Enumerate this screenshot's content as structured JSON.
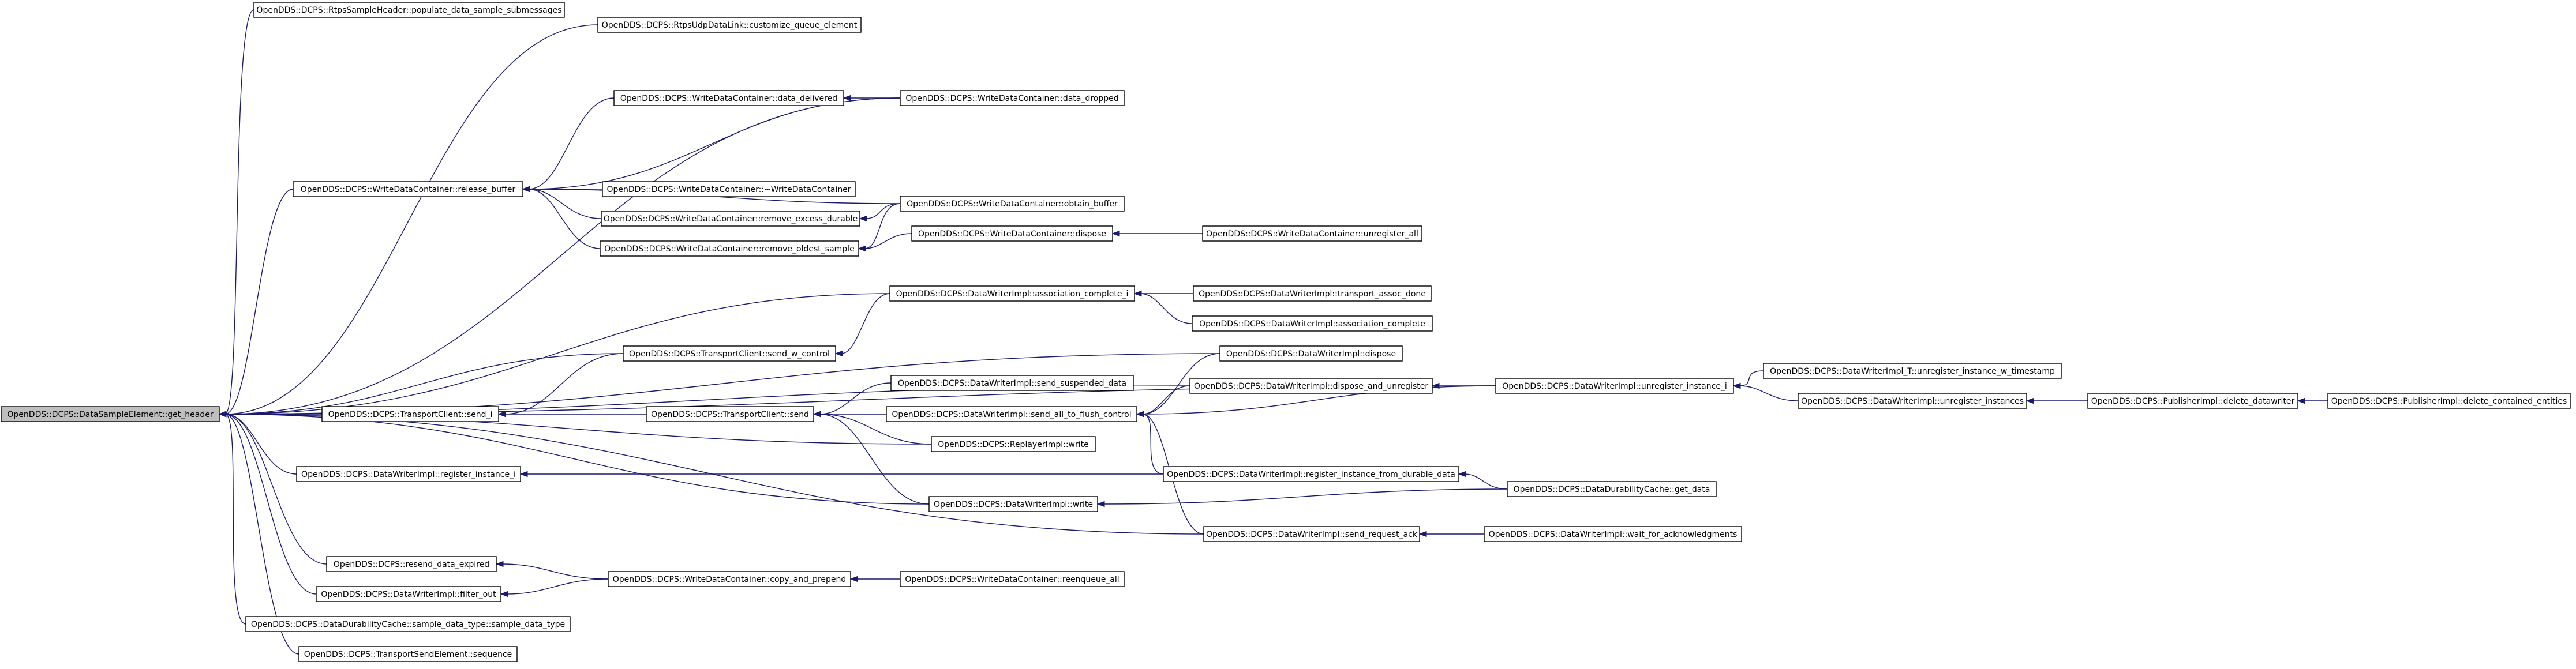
{
  "graph": {
    "colors": {
      "edge": "#191970",
      "node_border": "#000000",
      "node_fill": "#ffffff",
      "root_fill": "#bfbfbf"
    },
    "root": "n0",
    "nodes": {
      "n0": {
        "label": "OpenDDS::DCPS::DataSampleElement::get_header"
      },
      "n1": {
        "label": "OpenDDS::DCPS::RtpsSampleHeader::populate_data_sample_submessages"
      },
      "n2": {
        "label": "OpenDDS::DCPS::RtpsUdpDataLink::customize_queue_element"
      },
      "n3": {
        "label": "OpenDDS::DCPS::WriteDataContainer::data_delivered"
      },
      "n4": {
        "label": "OpenDDS::DCPS::WriteDataContainer::data_dropped"
      },
      "n5": {
        "label": "OpenDDS::DCPS::WriteDataContainer::release_buffer"
      },
      "n6": {
        "label": "OpenDDS::DCPS::WriteDataContainer::~WriteDataContainer"
      },
      "n7": {
        "label": "OpenDDS::DCPS::WriteDataContainer::obtain_buffer"
      },
      "n8": {
        "label": "OpenDDS::DCPS::WriteDataContainer::remove_excess_durable"
      },
      "n9": {
        "label": "OpenDDS::DCPS::WriteDataContainer::dispose"
      },
      "n10": {
        "label": "OpenDDS::DCPS::WriteDataContainer::unregister_all"
      },
      "n11": {
        "label": "OpenDDS::DCPS::WriteDataContainer::remove_oldest_sample"
      },
      "n12": {
        "label": "OpenDDS::DCPS::DataWriterImpl::association_complete_i"
      },
      "n13": {
        "label": "OpenDDS::DCPS::DataWriterImpl::transport_assoc_done"
      },
      "n14": {
        "label": "OpenDDS::DCPS::DataWriterImpl::association_complete"
      },
      "n15": {
        "label": "OpenDDS::DCPS::TransportClient::send_w_control"
      },
      "n16": {
        "label": "OpenDDS::DCPS::DataWriterImpl::dispose"
      },
      "n17": {
        "label": "OpenDDS::DCPS::DataWriterImpl_T::unregister_instance_w_timestamp"
      },
      "n18": {
        "label": "OpenDDS::DCPS::DataWriterImpl::send_suspended_data"
      },
      "n19": {
        "label": "OpenDDS::DCPS::DataWriterImpl::dispose_and_unregister"
      },
      "n20": {
        "label": "OpenDDS::DCPS::DataWriterImpl::unregister_instance_i"
      },
      "n21": {
        "label": "OpenDDS::DCPS::TransportClient::send_i"
      },
      "n22": {
        "label": "OpenDDS::DCPS::TransportClient::send"
      },
      "n23": {
        "label": "OpenDDS::DCPS::DataWriterImpl::send_all_to_flush_control"
      },
      "n24": {
        "label": "OpenDDS::DCPS::DataWriterImpl::unregister_instances"
      },
      "n25": {
        "label": "OpenDDS::DCPS::PublisherImpl::delete_datawriter"
      },
      "n26": {
        "label": "OpenDDS::DCPS::PublisherImpl::delete_contained_entities"
      },
      "n27": {
        "label": "OpenDDS::DCPS::ReplayerImpl::write"
      },
      "n28": {
        "label": "OpenDDS::DCPS::DataWriterImpl::register_instance_i"
      },
      "n29": {
        "label": "OpenDDS::DCPS::DataWriterImpl::register_instance_from_durable_data"
      },
      "n30": {
        "label": "OpenDDS::DCPS::DataDurabilityCache::get_data"
      },
      "n31": {
        "label": "OpenDDS::DCPS::DataWriterImpl::write"
      },
      "n32": {
        "label": "OpenDDS::DCPS::DataWriterImpl::send_request_ack"
      },
      "n33": {
        "label": "OpenDDS::DCPS::DataWriterImpl::wait_for_acknowledgments"
      },
      "n34": {
        "label": "OpenDDS::DCPS::resend_data_expired"
      },
      "n35": {
        "label": "OpenDDS::DCPS::WriteDataContainer::copy_and_prepend"
      },
      "n36": {
        "label": "OpenDDS::DCPS::WriteDataContainer::reenqueue_all"
      },
      "n37": {
        "label": "OpenDDS::DCPS::DataWriterImpl::filter_out"
      },
      "n38": {
        "label": "OpenDDS::DCPS::DataDurabilityCache::sample_data_type::sample_data_type"
      },
      "n39": {
        "label": "OpenDDS::DCPS::TransportSendElement::sequence"
      }
    },
    "edges": [
      {
        "from": "n1",
        "to": "n0"
      },
      {
        "from": "n2",
        "to": "n0"
      },
      {
        "from": "n4",
        "to": "n0"
      },
      {
        "from": "n5",
        "to": "n0"
      },
      {
        "from": "n12",
        "to": "n0"
      },
      {
        "from": "n15",
        "to": "n0"
      },
      {
        "from": "n16",
        "to": "n0"
      },
      {
        "from": "n19",
        "to": "n0"
      },
      {
        "from": "n20",
        "to": "n0"
      },
      {
        "from": "n21",
        "to": "n0"
      },
      {
        "from": "n27",
        "to": "n0"
      },
      {
        "from": "n28",
        "to": "n0"
      },
      {
        "from": "n31",
        "to": "n0"
      },
      {
        "from": "n32",
        "to": "n0"
      },
      {
        "from": "n34",
        "to": "n0"
      },
      {
        "from": "n37",
        "to": "n0"
      },
      {
        "from": "n38",
        "to": "n0"
      },
      {
        "from": "n39",
        "to": "n0"
      },
      {
        "from": "n4",
        "to": "n3"
      },
      {
        "from": "n3",
        "to": "n5"
      },
      {
        "from": "n4",
        "to": "n5"
      },
      {
        "from": "n6",
        "to": "n5"
      },
      {
        "from": "n7",
        "to": "n5"
      },
      {
        "from": "n8",
        "to": "n5"
      },
      {
        "from": "n11",
        "to": "n5"
      },
      {
        "from": "n7",
        "to": "n8"
      },
      {
        "from": "n7",
        "to": "n11"
      },
      {
        "from": "n9",
        "to": "n11"
      },
      {
        "from": "n10",
        "to": "n9"
      },
      {
        "from": "n13",
        "to": "n12"
      },
      {
        "from": "n14",
        "to": "n12"
      },
      {
        "from": "n12",
        "to": "n15"
      },
      {
        "from": "n15",
        "to": "n21"
      },
      {
        "from": "n22",
        "to": "n21"
      },
      {
        "from": "n20",
        "to": "n19"
      },
      {
        "from": "n17",
        "to": "n20"
      },
      {
        "from": "n24",
        "to": "n20"
      },
      {
        "from": "n25",
        "to": "n24"
      },
      {
        "from": "n26",
        "to": "n25"
      },
      {
        "from": "n18",
        "to": "n22"
      },
      {
        "from": "n23",
        "to": "n22"
      },
      {
        "from": "n27",
        "to": "n22"
      },
      {
        "from": "n31",
        "to": "n22"
      },
      {
        "from": "n16",
        "to": "n23"
      },
      {
        "from": "n19",
        "to": "n23"
      },
      {
        "from": "n20",
        "to": "n23"
      },
      {
        "from": "n29",
        "to": "n23"
      },
      {
        "from": "n32",
        "to": "n23"
      },
      {
        "from": "n29",
        "to": "n28"
      },
      {
        "from": "n30",
        "to": "n29"
      },
      {
        "from": "n30",
        "to": "n31"
      },
      {
        "from": "n33",
        "to": "n32"
      },
      {
        "from": "n35",
        "to": "n34"
      },
      {
        "from": "n35",
        "to": "n37"
      },
      {
        "from": "n36",
        "to": "n35"
      }
    ]
  }
}
